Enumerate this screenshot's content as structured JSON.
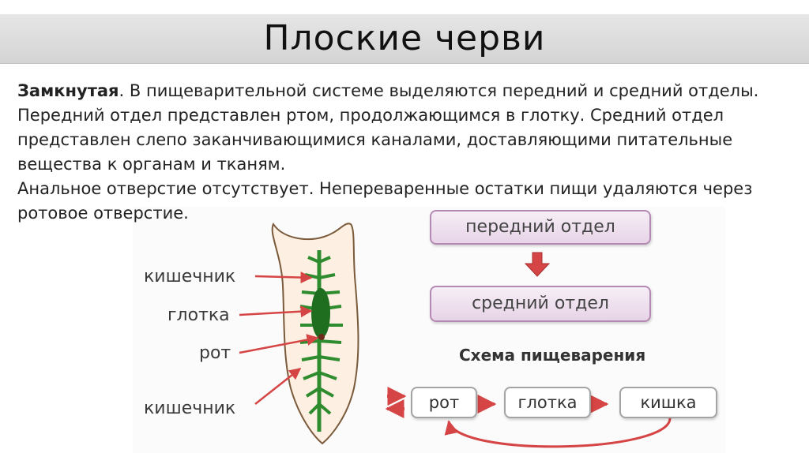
{
  "title": "Плоские черви",
  "body": {
    "lead_bold": "Замкнутая",
    "text_after_lead": ". В пищеварительной системе выделяются передний и средний отделы. Передний отдел представлен ртом, продолжающимся в глотку. Средний отдел представлен слепо заканчивающимися каналами, доставляющими питательные вещества к органам и тканям.",
    "text_second": "Анальное отверстие отсутствует. Непереваренные остатки пищи удаляются через ротовое отверстие."
  },
  "worm_labels": {
    "intestine_top": "кишечник",
    "pharynx": "глотка",
    "mouth": "рот",
    "intestine_bottom": "кишечник"
  },
  "flow": {
    "front_section": "передний отдел",
    "middle_section": "средний отдел"
  },
  "scheme": {
    "title": "Схема пищеварения",
    "mouth": "рот",
    "pharynx": "глотка",
    "gut": "кишка"
  },
  "colors": {
    "arrow_red": "#d64545",
    "gut_green": "#2e8b2e",
    "body_fill": "#fdf0e2",
    "box_border": "#b48ab4"
  }
}
